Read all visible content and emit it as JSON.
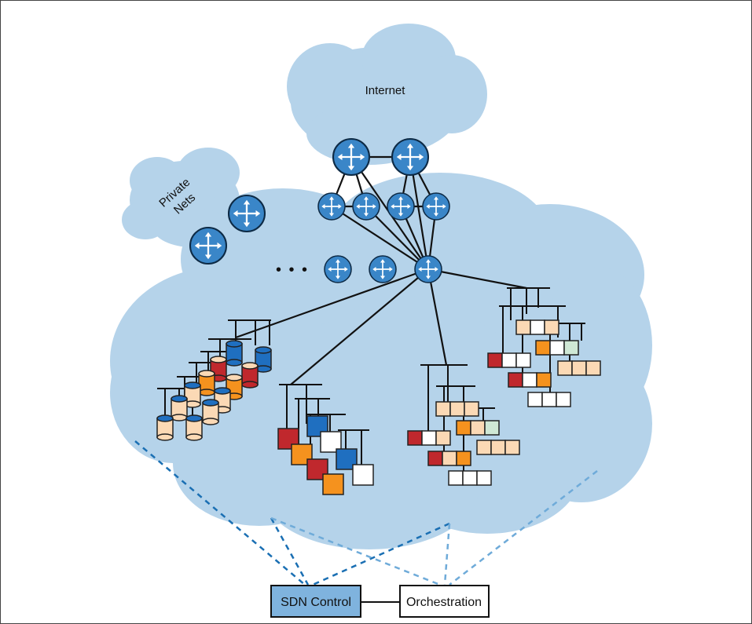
{
  "diagram": {
    "labels": {
      "internet": "Internet",
      "private_line1": "Private",
      "private_line2": "Nets",
      "ellipsis": "• • •"
    },
    "boxes": {
      "sdn_control": "SDN Control",
      "orchestration": "Orchestration"
    },
    "colors": {
      "cloud": "#b5d3ea",
      "router_fill": "#3a86c8",
      "sdn_box": "#7fb3de",
      "storage_blue": "#1f6fc0",
      "red": "#c0282d",
      "orange": "#f5921e",
      "peach": "#fbd9b5",
      "mint": "#cfe8d5",
      "dashed_dark": "#1a6fb3",
      "dashed_light": "#6fabd9"
    }
  }
}
